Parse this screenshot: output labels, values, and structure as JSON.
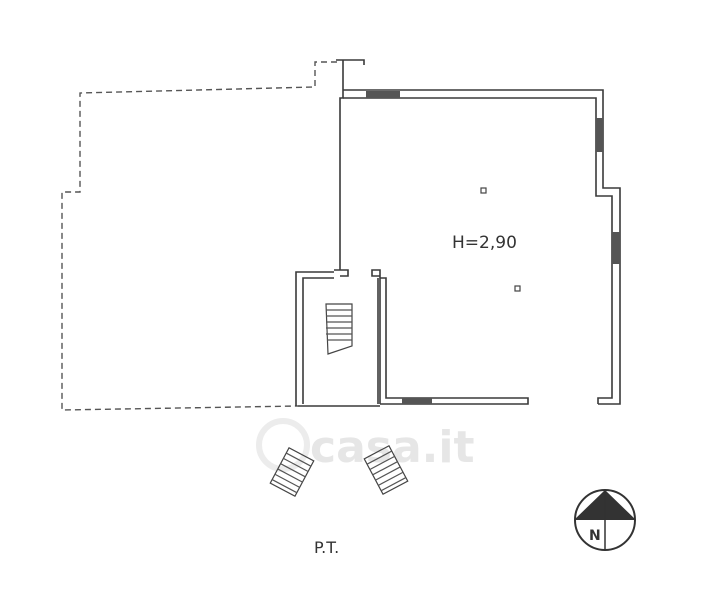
{
  "plan": {
    "room_height_label": "H=2,90",
    "floor_label": "P.T.",
    "north_letter": "N",
    "watermark": "casa.it"
  }
}
